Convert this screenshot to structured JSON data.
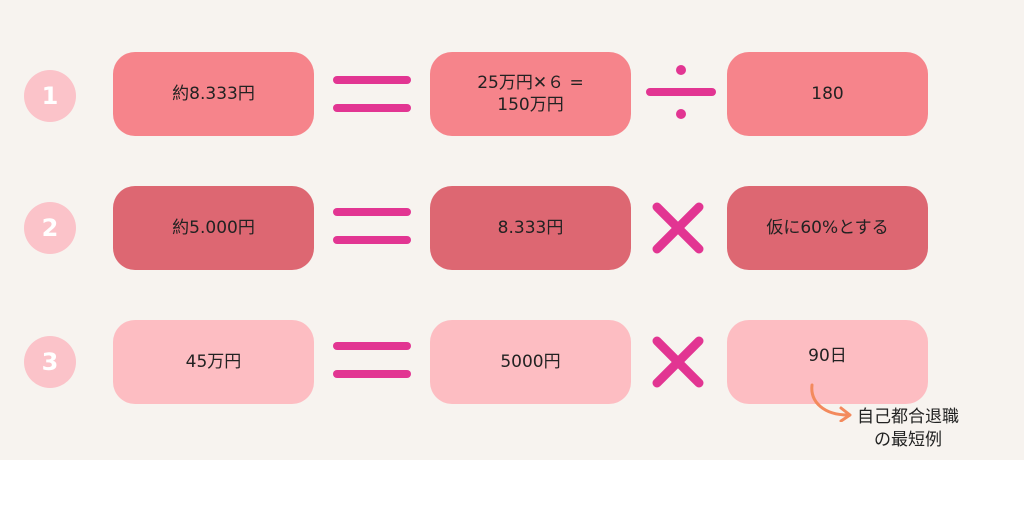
{
  "colors": {
    "background": "#f7f3ef",
    "circle": "#fbc3c9",
    "row1_box": "#f6848b",
    "row2_box": "#dd6772",
    "row3_box": "#fdbdc2",
    "operator": "#e23592",
    "arrow": "#f38a5d"
  },
  "rows": [
    {
      "number": "1",
      "result": "約8.333円",
      "middle": "25万円✕６ =\n150万円",
      "operator_icon": "divide-icon",
      "right": "180"
    },
    {
      "number": "2",
      "result": "約5.000円",
      "middle": "8.333円",
      "operator_icon": "multiply-icon",
      "right": "仮に60%とする"
    },
    {
      "number": "3",
      "result": "45万円",
      "middle": "5000円",
      "operator_icon": "multiply-icon",
      "right": "90日"
    }
  ],
  "note": {
    "text": "自己都合退職\nの最短例",
    "icon": "curved-arrow-icon"
  }
}
